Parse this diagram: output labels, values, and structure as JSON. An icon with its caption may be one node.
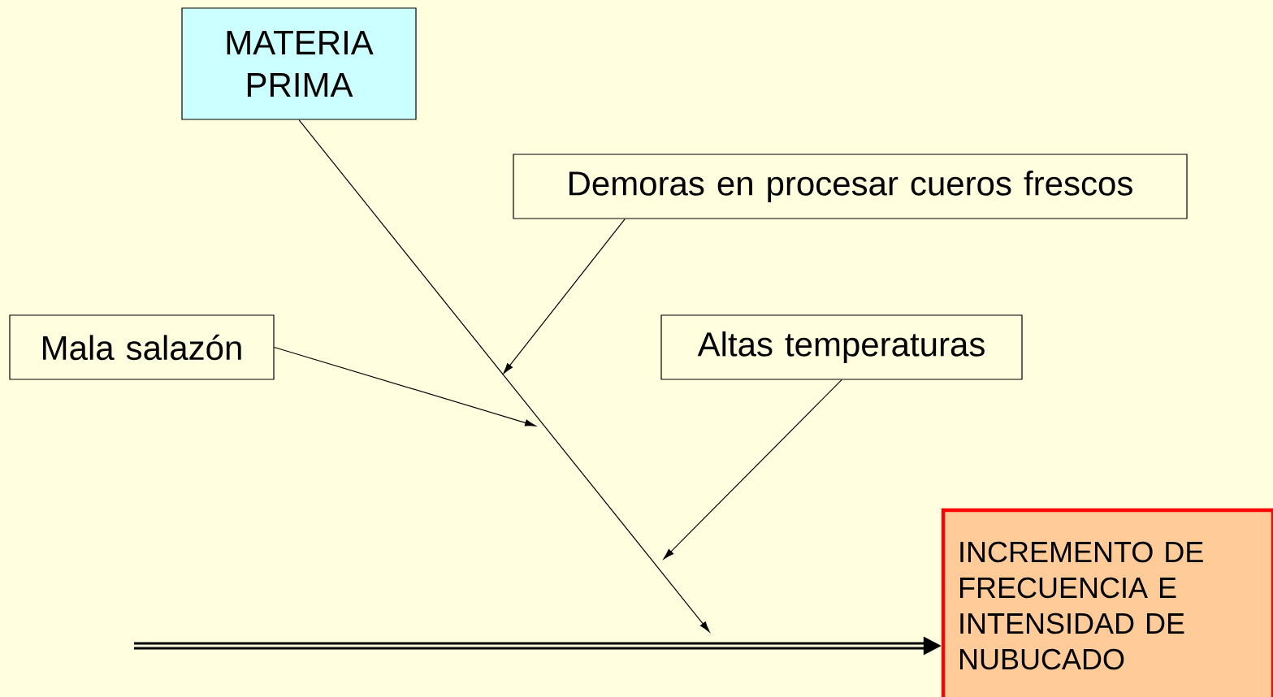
{
  "diagram": {
    "nodes": [
      {
        "text": [
          "MATERIA PRIMA"
        ]
      },
      {
        "text": [
          "Demoras en procesar cueros frescos"
        ]
      },
      {
        "text": [
          "Mala salazón"
        ]
      },
      {
        "text": [
          "Altas temperaturas"
        ]
      },
      {
        "text": [
          "INCREMENTO DE FRECUENCIA E INTENSIDAD DE NUBUCADO"
        ]
      }
    ],
    "edges": [
      {
        "from": 0,
        "to": null,
        "arrow": "to"
      },
      {
        "from": 1,
        "to": null,
        "arrow": "to"
      },
      {
        "from": 2,
        "to": null,
        "arrow": "to"
      },
      {
        "from": 3,
        "to": null,
        "arrow": "to"
      },
      {
        "from": null,
        "to": 4,
        "arrow": "to",
        "style": "thick"
      }
    ]
  }
}
